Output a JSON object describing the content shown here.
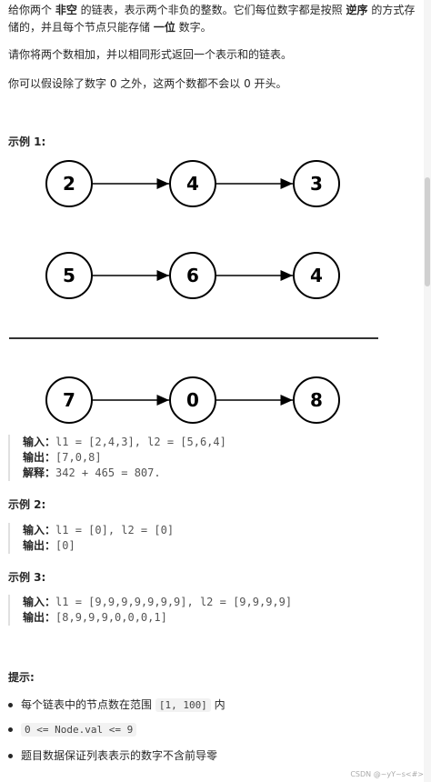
{
  "intro": {
    "line1_a": "给你两个 ",
    "line1_b": "非空",
    "line1_c": " 的链表，表示两个非负的整数。它们每位数字都是按照 ",
    "line1_d": "逆序",
    "line1_e": " 的方式存",
    "line2_a": "储的，并且每个节点只能存储 ",
    "line2_b": "一位",
    "line2_c": " 数字。",
    "para2": "请你将两个数相加，并以相同形式返回一个表示和的链表。",
    "para3": "你可以假设除了数字 0 之外，这两个数都不会以 0 开头。"
  },
  "example1": {
    "title": "示例 1:",
    "lists": [
      [
        "2",
        "4",
        "3"
      ],
      [
        "5",
        "6",
        "4"
      ],
      [
        "7",
        "0",
        "8"
      ]
    ],
    "input_label": "输入：",
    "input_value": "l1 = [2,4,3], l2 = [5,6,4]",
    "output_label": "输出：",
    "output_value": "[7,0,8]",
    "explain_label": "解释：",
    "explain_value": "342 + 465 = 807."
  },
  "example2": {
    "title": "示例 2:",
    "input_label": "输入：",
    "input_value": "l1 = [0], l2 = [0]",
    "output_label": "输出：",
    "output_value": "[0]"
  },
  "example3": {
    "title": "示例 3:",
    "input_label": "输入：",
    "input_value": "l1 = [9,9,9,9,9,9,9], l2 = [9,9,9,9]",
    "output_label": "输出：",
    "output_value": "[8,9,9,9,0,0,0,1]"
  },
  "hints": {
    "title": "提示:",
    "item1_a": "每个链表中的节点数在范围 ",
    "item1_code": "[1, 100]",
    "item1_b": " 内",
    "item2_code": "0 <= Node.val <= 9",
    "item3": "题目数据保证列表表示的数字不含前导零"
  },
  "watermark": "CSDN @~yY~s<#>"
}
